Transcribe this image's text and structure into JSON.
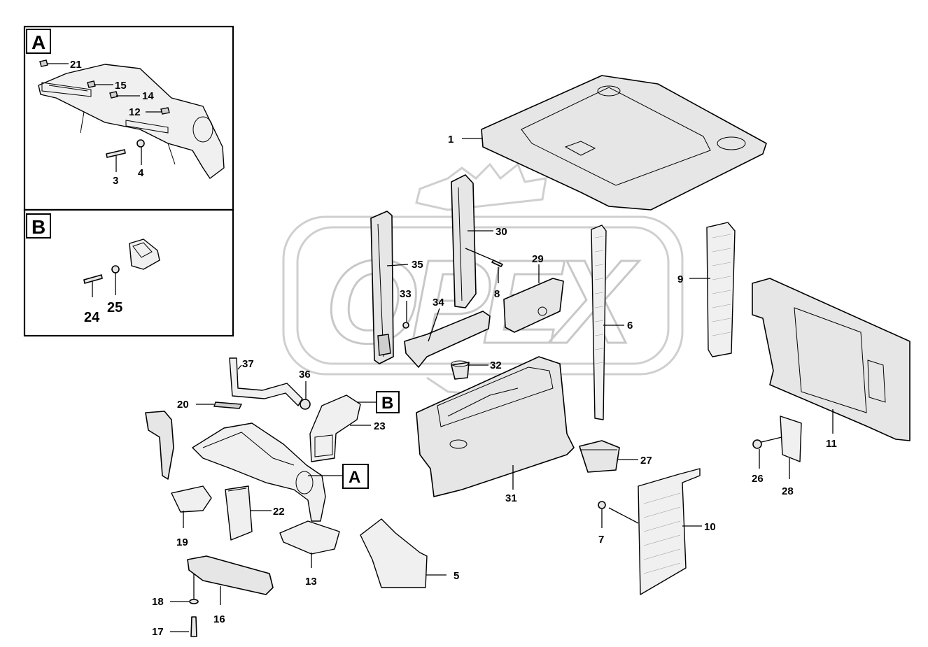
{
  "watermark": {
    "logo_text": "OPEX"
  },
  "detail_views": [
    {
      "letter": "A",
      "callouts": [
        "21",
        "15",
        "14",
        "12",
        "3",
        "4"
      ]
    },
    {
      "letter": "B",
      "callouts": [
        "24",
        "25"
      ]
    }
  ],
  "view_refs": [
    {
      "letter": "B"
    },
    {
      "letter": "A"
    }
  ],
  "callouts": {
    "c1": "1",
    "c30": "30",
    "c35": "35",
    "c8": "8",
    "c29": "29",
    "c33": "33",
    "c34": "34",
    "c9": "9",
    "c6": "6",
    "c11": "11",
    "c37": "37",
    "c36": "36",
    "c32": "32",
    "c20": "20",
    "c23": "23",
    "c27": "27",
    "c26": "26",
    "c28": "28",
    "c31": "31",
    "c22": "22",
    "c19": "19",
    "c7": "7",
    "c10": "10",
    "c13": "13",
    "c5": "5",
    "c18": "18",
    "c16": "16",
    "c17": "17"
  }
}
